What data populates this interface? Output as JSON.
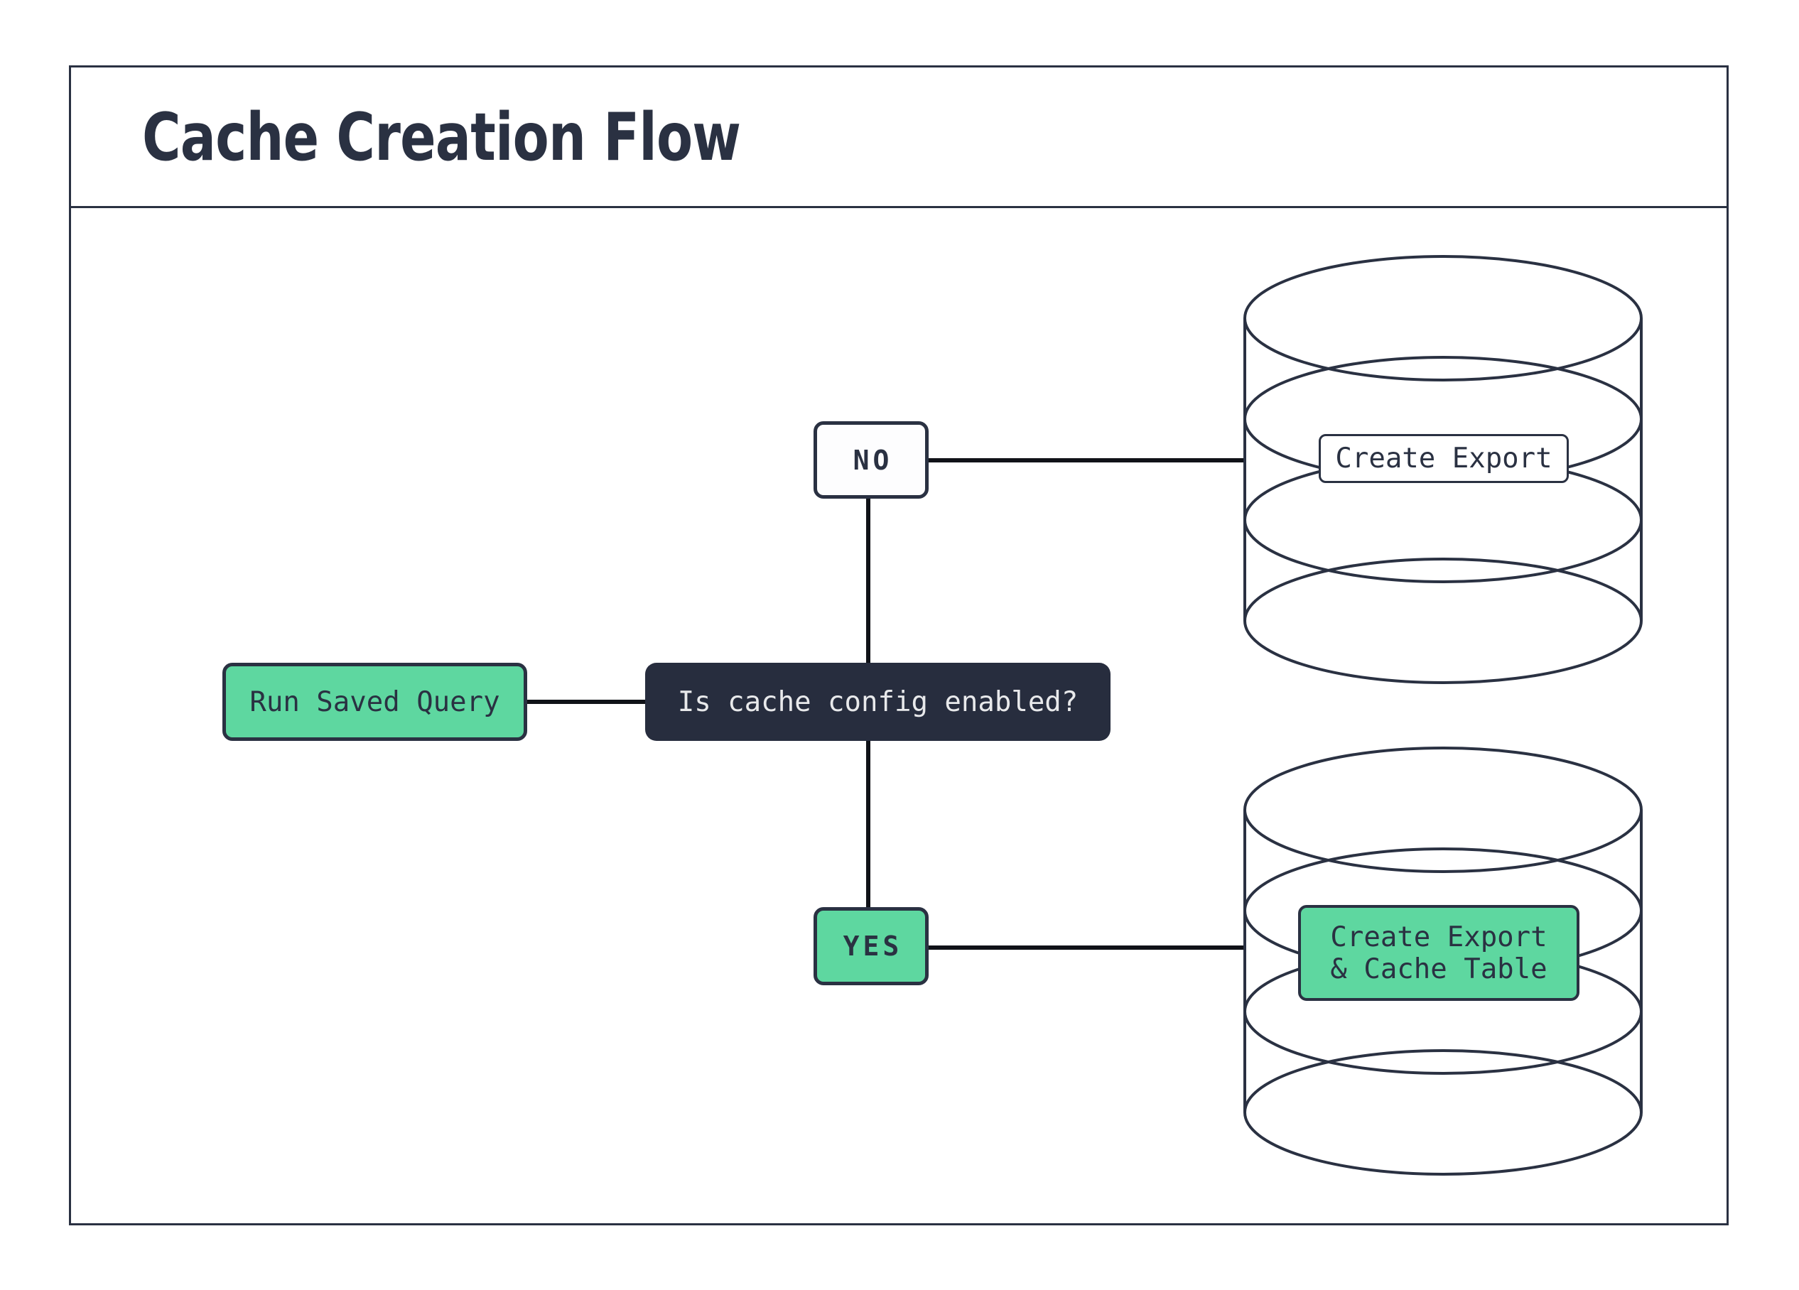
{
  "title": "Cache Creation Flow",
  "flow": {
    "start": "Run Saved Query",
    "decision": "Is cache config enabled?",
    "branch_no": "NO",
    "branch_yes": "YES",
    "no_result_label": "Create Export",
    "yes_result_label_line1": "Create Export",
    "yes_result_label_line2": "& Cache Table"
  },
  "colors": {
    "navy": "#2A3142",
    "ink": "#272D3E",
    "green": "#5ED7A0",
    "line": "#101218",
    "paper": "#FFFFFF",
    "offwhite": "#FDFDFE",
    "light_text": "#E8E9EB"
  }
}
